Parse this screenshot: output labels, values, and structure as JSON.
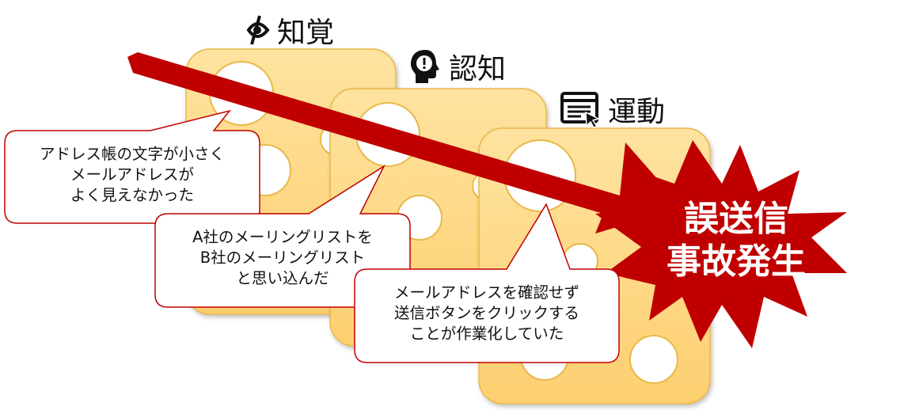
{
  "layers": [
    {
      "label": "知覚",
      "icon": "eye-icon"
    },
    {
      "label": "認知",
      "icon": "head-exclamation-icon"
    },
    {
      "label": "運動",
      "icon": "browser-click-icon"
    }
  ],
  "callouts": [
    {
      "lines": "アドレス帳の文字が小さく\nメールアドレスが\nよく見えなかった"
    },
    {
      "lines": "A社のメーリングリストを\nB社のメーリングリスト\nと思い込んだ"
    },
    {
      "lines": "メールアドレスを確認せず\n送信ボタンをクリックする\nことが作業化していた"
    }
  ],
  "result": {
    "line1": "誤送信",
    "line2": "事故発生"
  },
  "colors": {
    "cheese": "#FEDB8C",
    "cheese_edge": "#E8B84A",
    "arrow": "#C00000",
    "burst": "#C00000",
    "callout_border": "#C00000"
  }
}
